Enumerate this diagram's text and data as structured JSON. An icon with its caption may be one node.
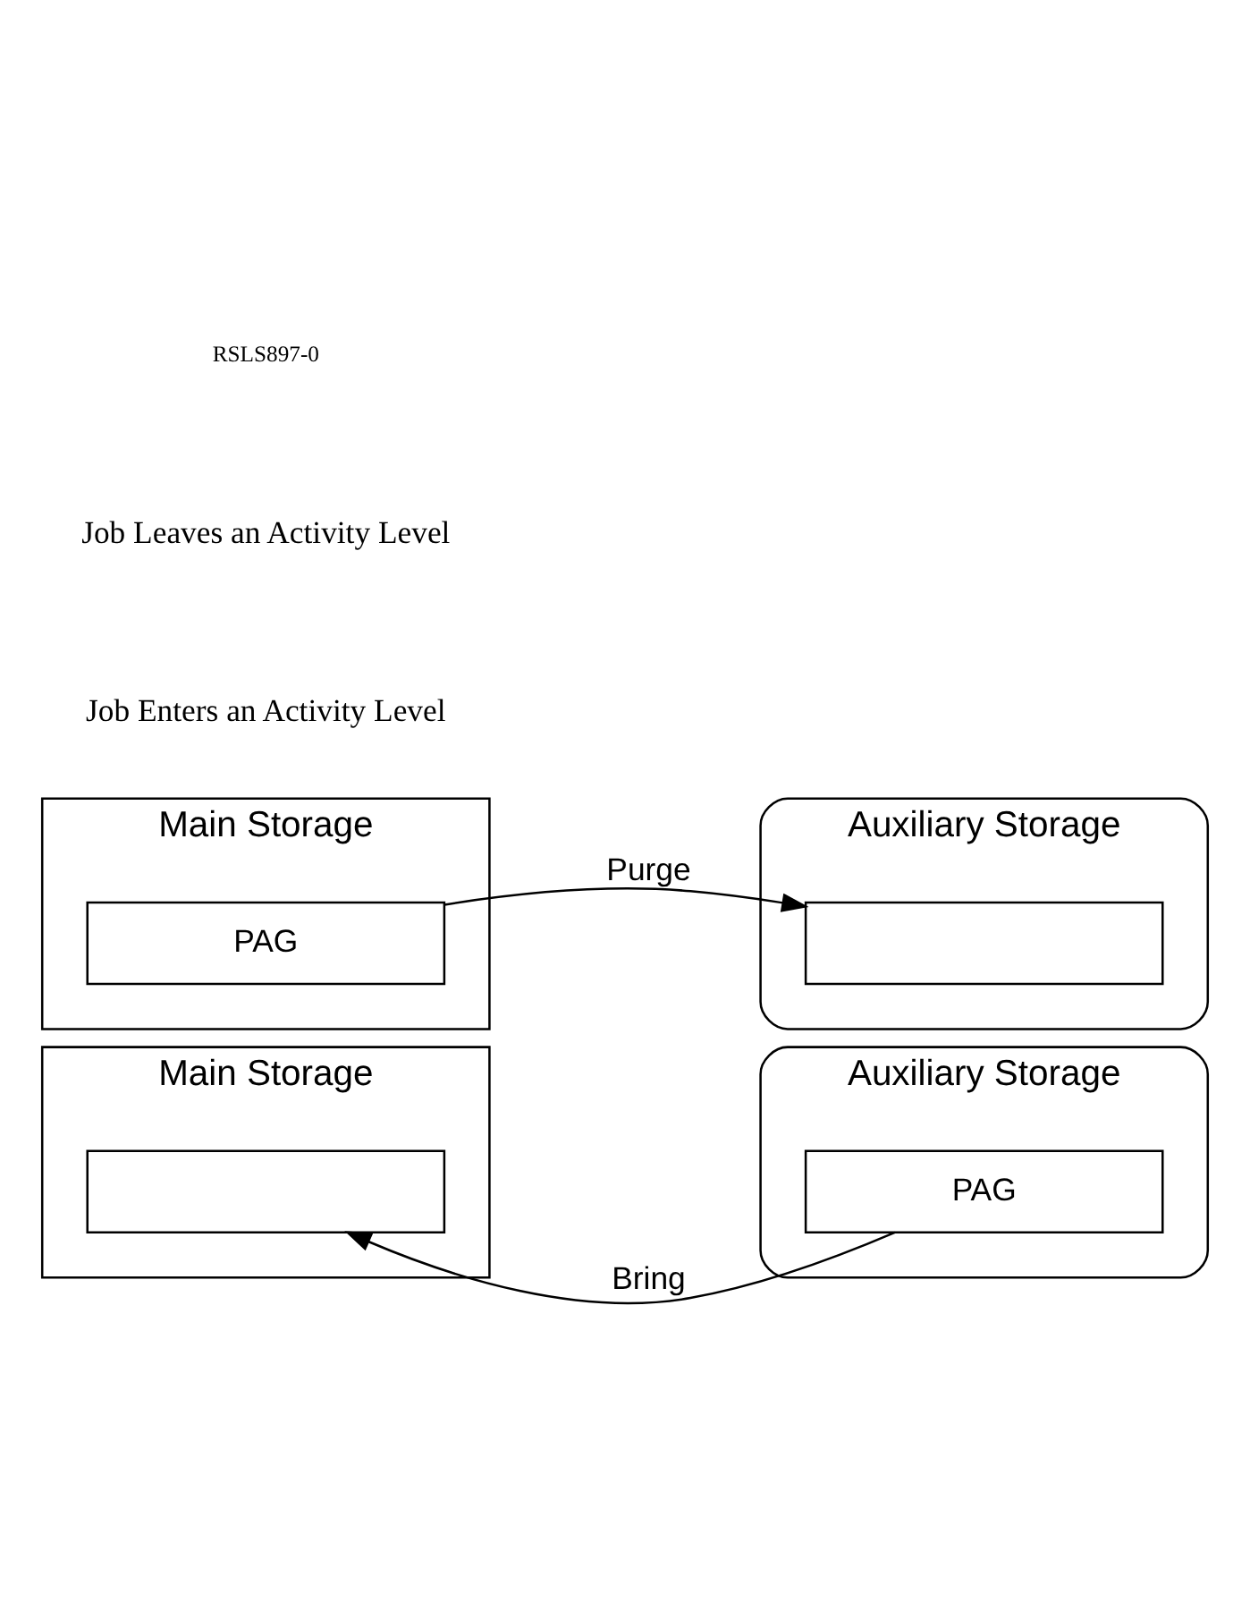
{
  "diagram": {
    "nodes": [
      {
        "text": [
          "Main Storage"
        ]
      },
      {
        "text": [],
        "shape": "box",
        "in": 0
      },
      {
        "text": [
          "Auxiliary Storage"
        ]
      },
      {
        "text": [
          "PAG"
        ],
        "in": 2
      },
      {
        "text": [
          "Main Storage"
        ]
      },
      {
        "text": [
          "PAG"
        ],
        "in": 4
      },
      {
        "text": [
          "Auxiliary Storage"
        ]
      },
      {
        "text": [],
        "shape": "box",
        "in": 6
      }
    ],
    "edges": [
      {
        "from": 3,
        "to": 1,
        "arrow": "to",
        "label": "Bring"
      },
      {
        "from": 5,
        "to": 7,
        "arrow": "to",
        "label": "Purge"
      }
    ],
    "labels": [
      "Job Enters an Activity Level",
      "Job Leaves an Activity Level",
      "RSLS897-0"
    ]
  }
}
